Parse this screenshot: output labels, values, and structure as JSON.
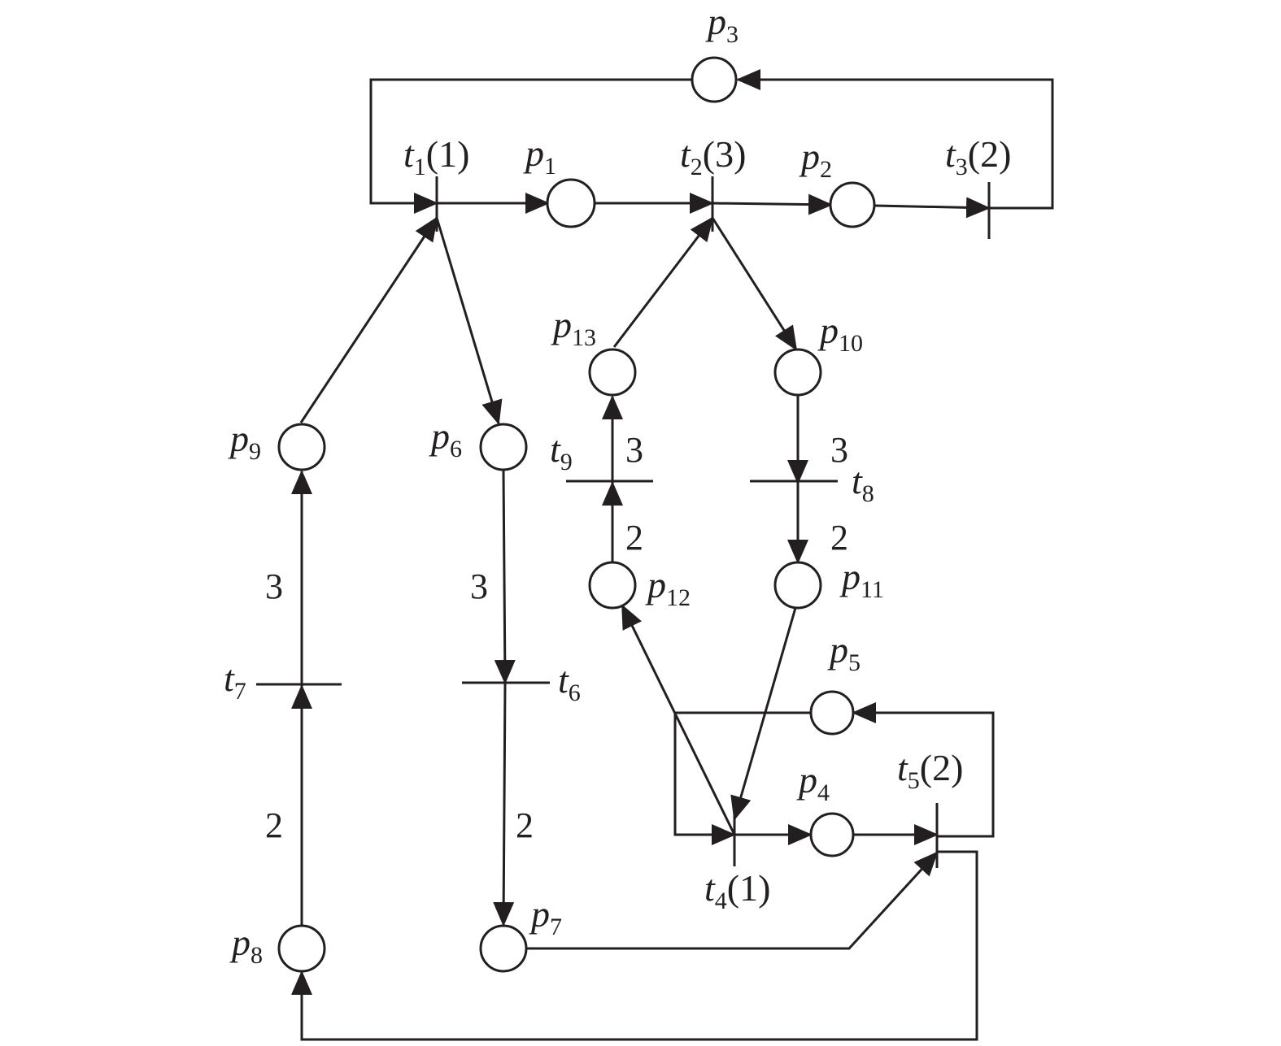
{
  "places": [
    {
      "id": "p1",
      "letter": "p",
      "index": "1"
    },
    {
      "id": "p2",
      "letter": "p",
      "index": "2"
    },
    {
      "id": "p3",
      "letter": "p",
      "index": "3"
    },
    {
      "id": "p4",
      "letter": "p",
      "index": "4"
    },
    {
      "id": "p5",
      "letter": "p",
      "index": "5"
    },
    {
      "id": "p6",
      "letter": "p",
      "index": "6"
    },
    {
      "id": "p7",
      "letter": "p",
      "index": "7"
    },
    {
      "id": "p8",
      "letter": "p",
      "index": "8"
    },
    {
      "id": "p9",
      "letter": "p",
      "index": "9"
    },
    {
      "id": "p10",
      "letter": "p",
      "index": "10"
    },
    {
      "id": "p11",
      "letter": "p",
      "index": "11"
    },
    {
      "id": "p12",
      "letter": "p",
      "index": "12"
    },
    {
      "id": "p13",
      "letter": "p",
      "index": "13"
    }
  ],
  "transitions": [
    {
      "id": "t1",
      "letter": "t",
      "index": "1",
      "time": "(1)"
    },
    {
      "id": "t2",
      "letter": "t",
      "index": "2",
      "time": "(3)"
    },
    {
      "id": "t3",
      "letter": "t",
      "index": "3",
      "time": "(2)"
    },
    {
      "id": "t4",
      "letter": "t",
      "index": "4",
      "time": "(1)"
    },
    {
      "id": "t5",
      "letter": "t",
      "index": "5",
      "time": "(2)"
    },
    {
      "id": "t6",
      "letter": "t",
      "index": "6",
      "time": ""
    },
    {
      "id": "t7",
      "letter": "t",
      "index": "7",
      "time": ""
    },
    {
      "id": "t8",
      "letter": "t",
      "index": "8",
      "time": ""
    },
    {
      "id": "t9",
      "letter": "t",
      "index": "9",
      "time": ""
    }
  ],
  "weights": {
    "p8_t7": "2",
    "t7_p9": "3",
    "p6_t6": "3",
    "t6_p7": "2",
    "p12_t9": "2",
    "t9_p13": "3",
    "p10_t8": "3",
    "t8_p11": "2"
  },
  "colors": {
    "ink": "#231f20",
    "background": "#ffffff"
  }
}
